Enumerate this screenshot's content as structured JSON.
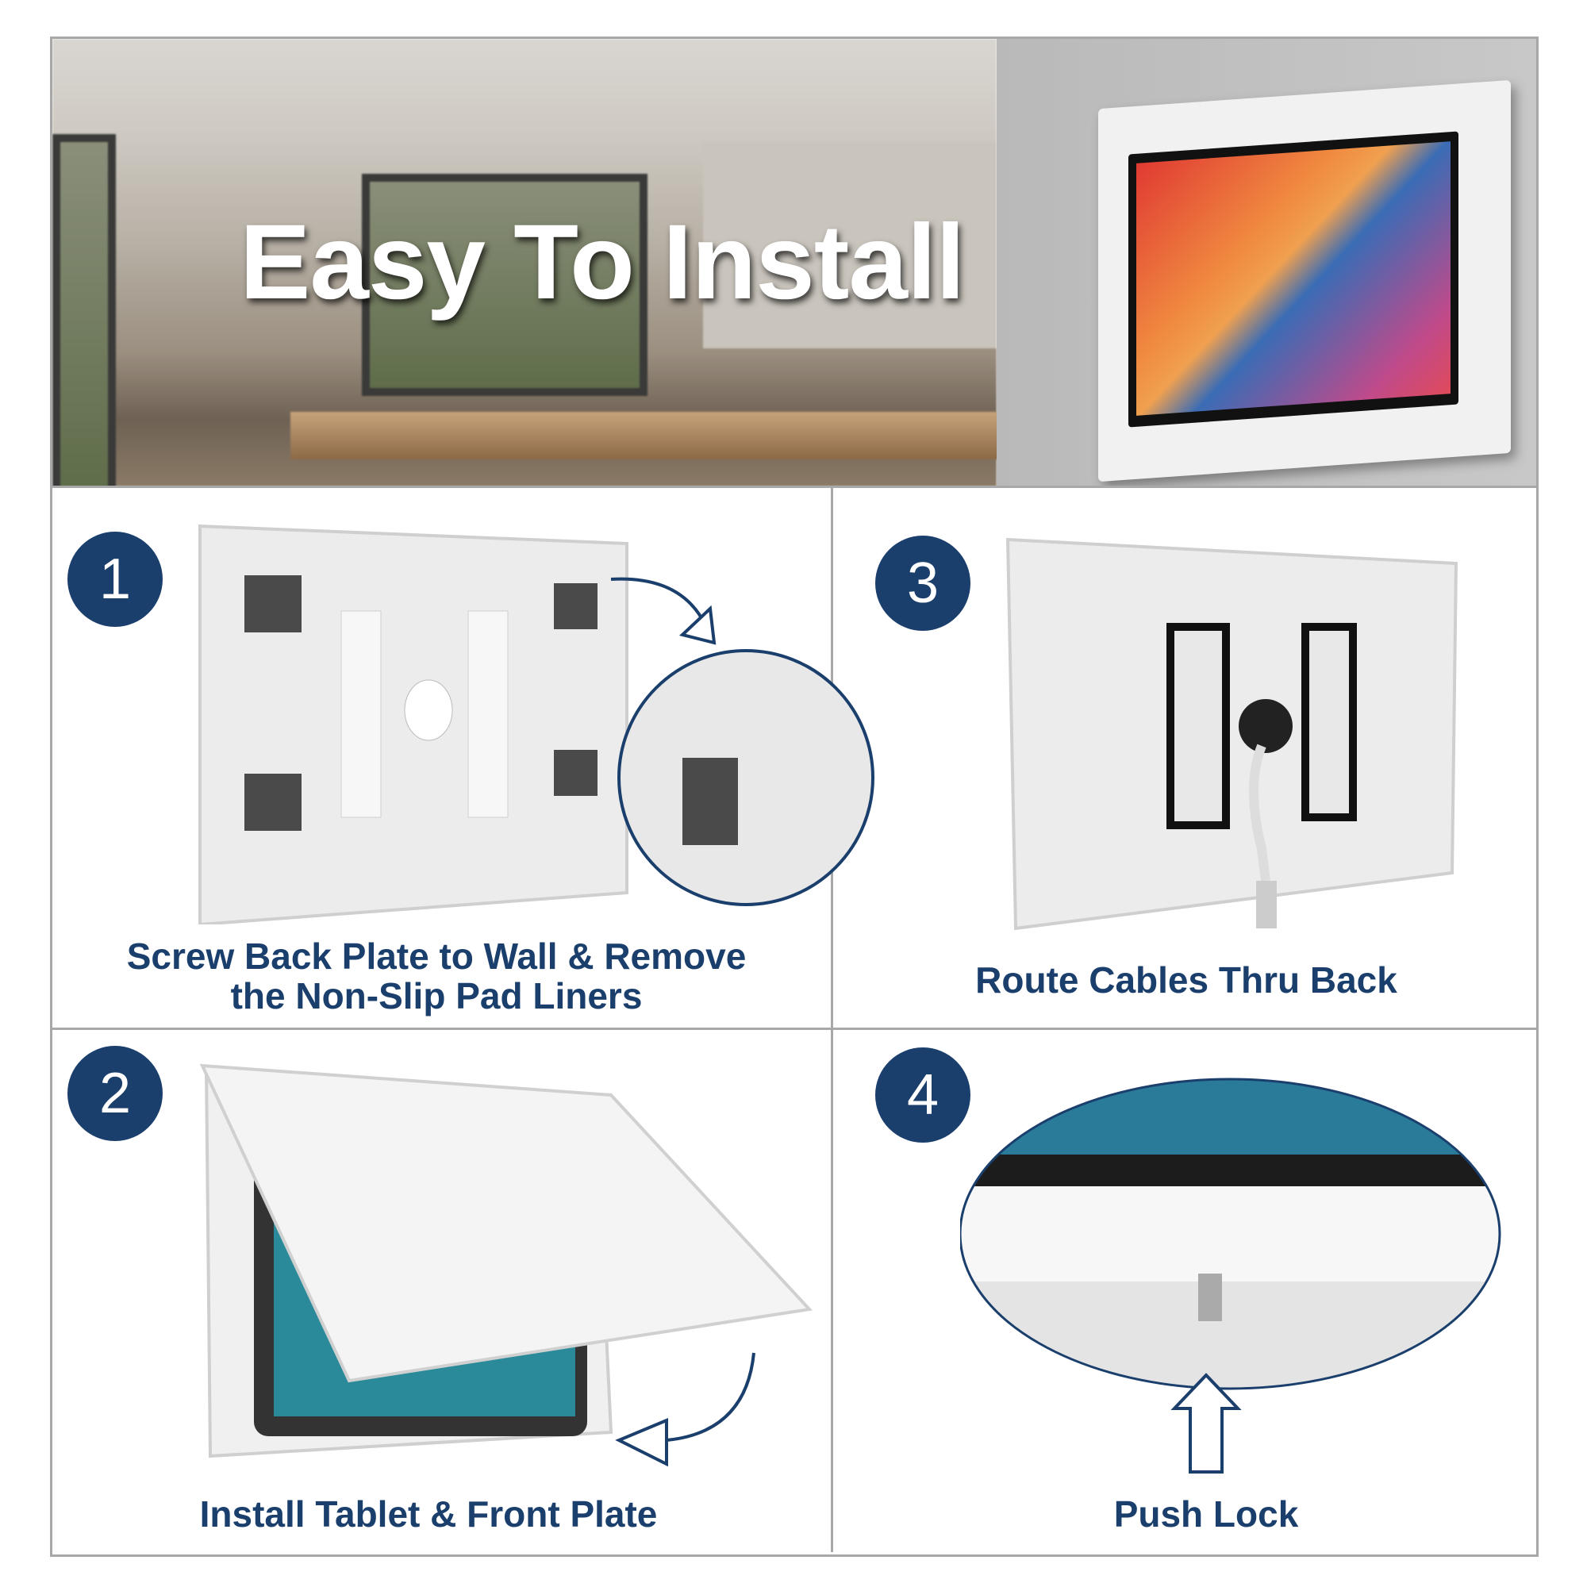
{
  "hero": {
    "title": "Easy To Install"
  },
  "steps": [
    {
      "number": "1",
      "caption_line1": "Screw Back Plate to Wall & Remove",
      "caption_line2": "the Non-Slip Pad Liners"
    },
    {
      "number": "2",
      "caption": "Install Tablet & Front Plate"
    },
    {
      "number": "3",
      "caption": "Route Cables Thru Back"
    },
    {
      "number": "4",
      "caption": "Push Lock"
    }
  ],
  "colors": {
    "accent": "#1b3f6c",
    "divider": "#a8a8a8"
  }
}
